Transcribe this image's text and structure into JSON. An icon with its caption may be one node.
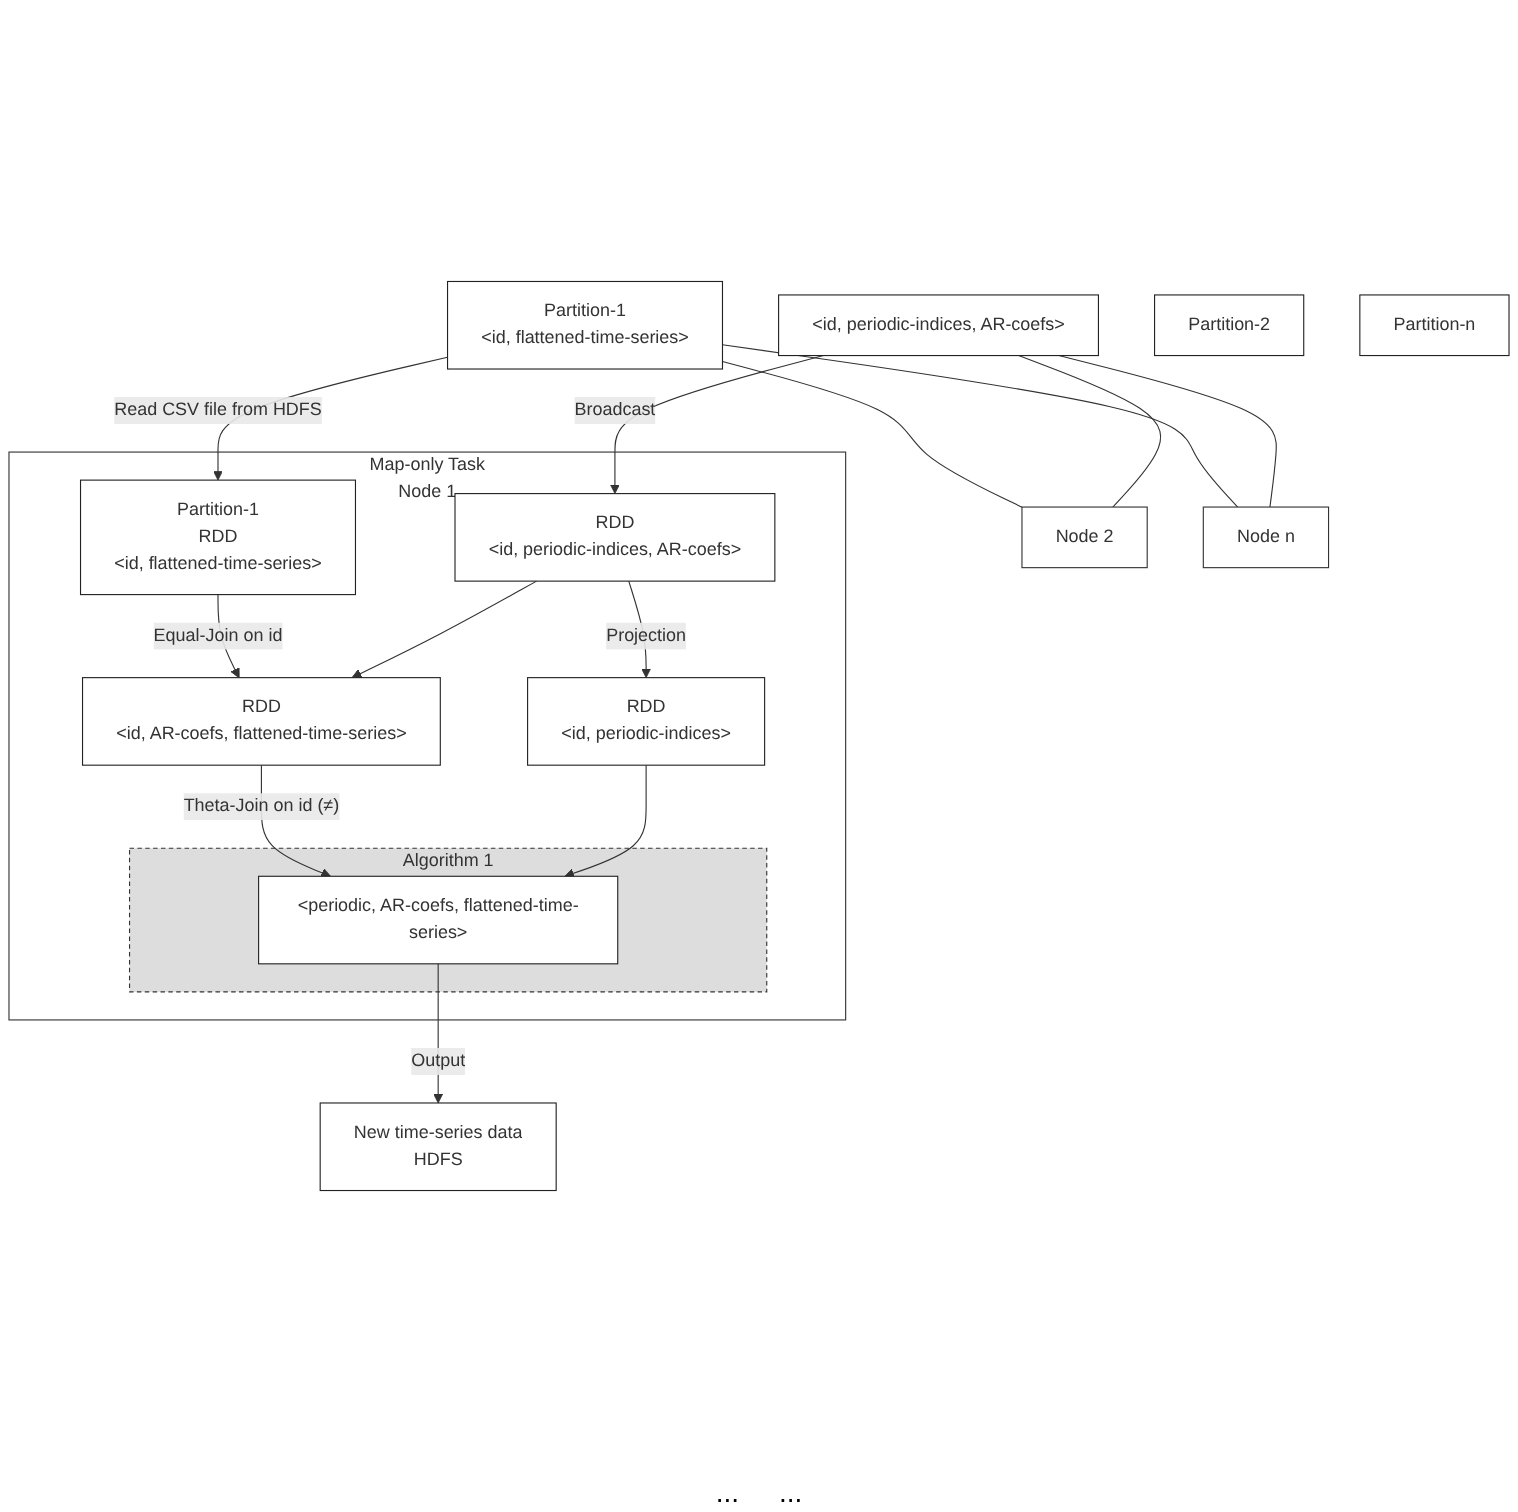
{
  "diagram": {
    "nodes": [
      {
        "text": [
          "Partition-n"
        ]
      },
      {
        "text": [
          "Partition-2"
        ]
      },
      {
        "text": [
          "Partition-1",
          "<id, flattened-time-series>"
        ]
      },
      {
        "text": [
          "<id, periodic-indices, AR-coefs>"
        ]
      },
      {
        "text": [
          "Node n"
        ]
      },
      {
        "text": [
          "Node 2"
        ]
      },
      {
        "text": [
          "Map-only Task",
          "Node 1"
        ]
      },
      {
        "text": [
          "Partition-1",
          "RDD",
          "<id, flattened-time-series>"
        ],
        "in": 6
      },
      {
        "text": [
          "RDD",
          "<id, periodic-indices, AR-coefs>"
        ],
        "in": 6
      },
      {
        "text": [
          "RDD",
          "<id, AR-coefs, flattened-time-series>"
        ],
        "in": 6
      },
      {
        "text": [
          "RDD",
          "<id, periodic-indices>"
        ],
        "in": 6
      },
      {
        "text": [
          "Algorithm 1"
        ],
        "in": 6
      },
      {
        "text": [
          "<periodic, AR-coefs, flattened-time-series>"
        ],
        "in": 11
      },
      {
        "text": [
          "New time-series data",
          "HDFS"
        ]
      }
    ],
    "edges": [
      {
        "from": 2,
        "to": 7,
        "arrow": "to",
        "label": "Read CSV file from HDFS"
      },
      {
        "from": 2,
        "to": 5,
        "arrow": "none"
      },
      {
        "from": 2,
        "to": 4,
        "arrow": "none"
      },
      {
        "from": 3,
        "to": 8,
        "arrow": "to",
        "label": "Broadcast"
      },
      {
        "from": 3,
        "to": 5,
        "arrow": "none"
      },
      {
        "from": 3,
        "to": 4,
        "arrow": "none"
      },
      {
        "from": 7,
        "to": 9,
        "arrow": "to",
        "label": "Equal-Join on id"
      },
      {
        "from": 8,
        "to": 9,
        "arrow": "to"
      },
      {
        "from": 8,
        "to": 10,
        "arrow": "to",
        "label": "Projection"
      },
      {
        "from": 9,
        "to": 12,
        "arrow": "to",
        "label": "Theta-Join on id (≠)"
      },
      {
        "from": 10,
        "to": 12,
        "arrow": "to"
      },
      {
        "from": 12,
        "to": 13,
        "arrow": "to",
        "label": "Output"
      }
    ],
    "labels": [
      "...",
      "..."
    ]
  }
}
